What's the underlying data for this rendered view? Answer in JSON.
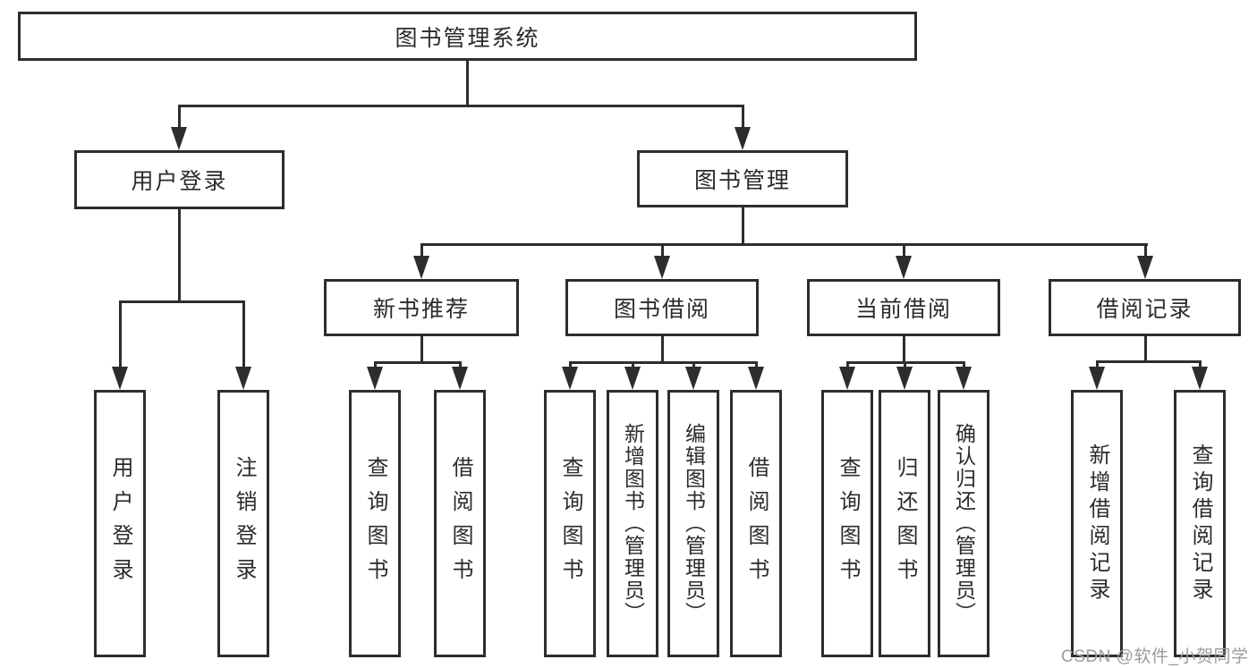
{
  "tree": {
    "root": "图书管理系统",
    "user_login": {
      "label": "用户登录",
      "children": [
        "用户登录",
        "注销登录"
      ]
    },
    "book_mgmt": {
      "label": "图书管理",
      "modules": [
        {
          "label": "新书推荐",
          "children": [
            "查询图书",
            "借阅图书"
          ]
        },
        {
          "label": "图书借阅",
          "children": [
            "查询图书",
            "新增图书（管理员）",
            "编辑图书（管理员）",
            "借阅图书"
          ]
        },
        {
          "label": "当前借阅",
          "children": [
            "查询图书",
            "归还图书",
            "确认归还（管理员）"
          ]
        },
        {
          "label": "借阅记录",
          "children": [
            "新增借阅记录",
            "查询借阅记录"
          ]
        }
      ]
    }
  },
  "watermark": {
    "text": "CSDN @软件_小贺同学"
  },
  "colors": {
    "line": "#2d2d2d",
    "text": "#2b2b2b",
    "watermark": "#9c9c9c",
    "background": "#ffffff"
  }
}
